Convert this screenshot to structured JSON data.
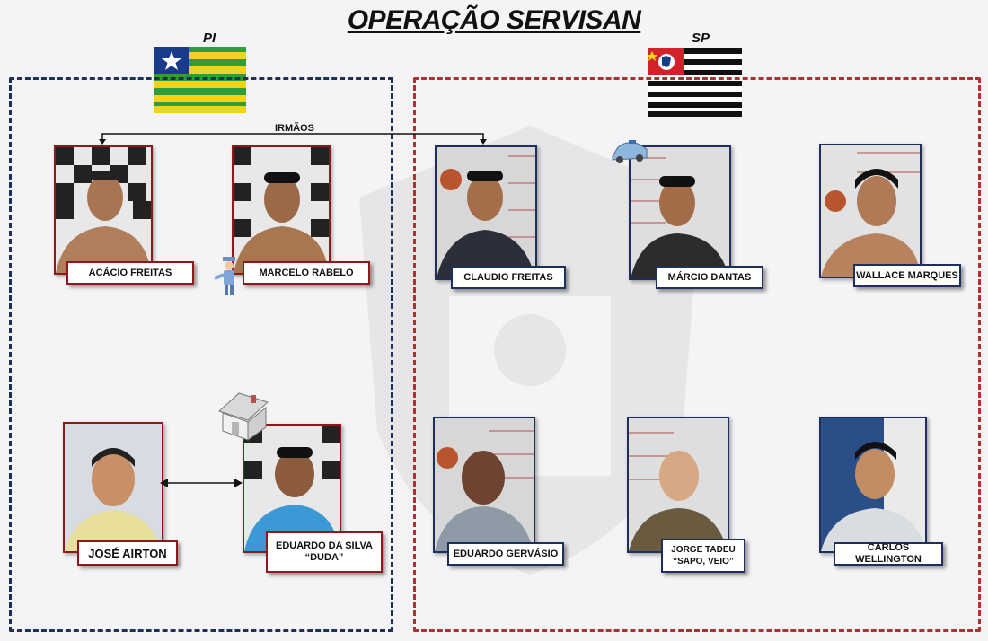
{
  "title": "OPERAÇÃO SERVISAN",
  "regions": {
    "pi": {
      "label": "PI",
      "color": "#1d2f5a"
    },
    "sp": {
      "label": "SP",
      "color": "#b03030"
    }
  },
  "relation_label": "IRMÃOS",
  "suspects": {
    "acacio": {
      "name": "ACÁCIO FREITAS"
    },
    "marcelo": {
      "name": "MARCELO RABELO"
    },
    "jose": {
      "name": "JOSÉ AIRTON"
    },
    "eduardo_silva": {
      "name_line1": "EDUARDO DA SILVA",
      "name_line2": "“DUDA”"
    },
    "claudio": {
      "name": "CLAUDIO FREITAS"
    },
    "marcio": {
      "name": "MÁRCIO DANTAS"
    },
    "wallace": {
      "name": "WALLACE MARQUES"
    },
    "eduardo_gervasio": {
      "name": "EDUARDO GERVÁSIO"
    },
    "jorge": {
      "name_line1": "JORGE TADEU",
      "name_line2": "“SAPO, VEIO”"
    },
    "carlos": {
      "name": "CARLOS WELLINGTON"
    }
  },
  "icons": [
    "police-officer-icon",
    "police-car-icon",
    "house-icon",
    "pi-flag-icon",
    "sp-flag-icon"
  ]
}
